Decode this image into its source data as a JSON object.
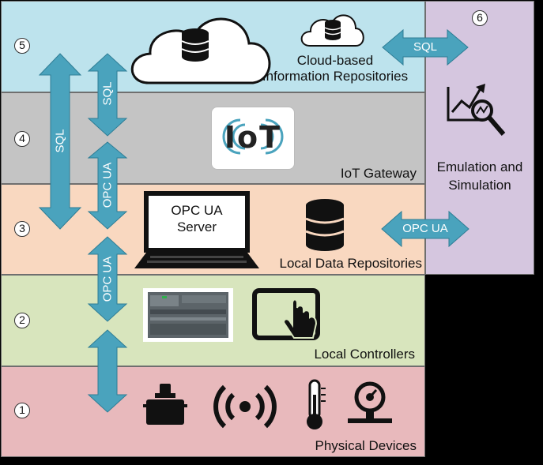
{
  "layers": [
    {
      "number": "5",
      "label_line1": "Cloud-based",
      "label_line2": "Information Repositories"
    },
    {
      "number": "4",
      "label": "IoT Gateway"
    },
    {
      "number": "3",
      "label": "Local Data Repositories"
    },
    {
      "number": "2",
      "label": "Local Controllers"
    },
    {
      "number": "1",
      "label": "Physical Devices"
    }
  ],
  "side_panel": {
    "number": "6",
    "label_line1": "Emulation and",
    "label_line2": "Simulation"
  },
  "iot_logo": "IoT",
  "opc_server": {
    "line1": "OPC UA",
    "line2": "Server"
  },
  "arrows": {
    "sql_long": "SQL",
    "sql_top": "SQL",
    "opc_upper": "OPC UA",
    "opc_lower": "OPC UA",
    "sql_side": "SQL",
    "opc_side": "OPC UA"
  },
  "colors": {
    "arrow": "#4aa3bd",
    "layer5": "#bde3ed",
    "layer4": "#c4c4c4",
    "layer3": "#f9d8c0",
    "layer2": "#d8e5bd",
    "layer1": "#e8b9bc",
    "side": "#d5c6df"
  }
}
